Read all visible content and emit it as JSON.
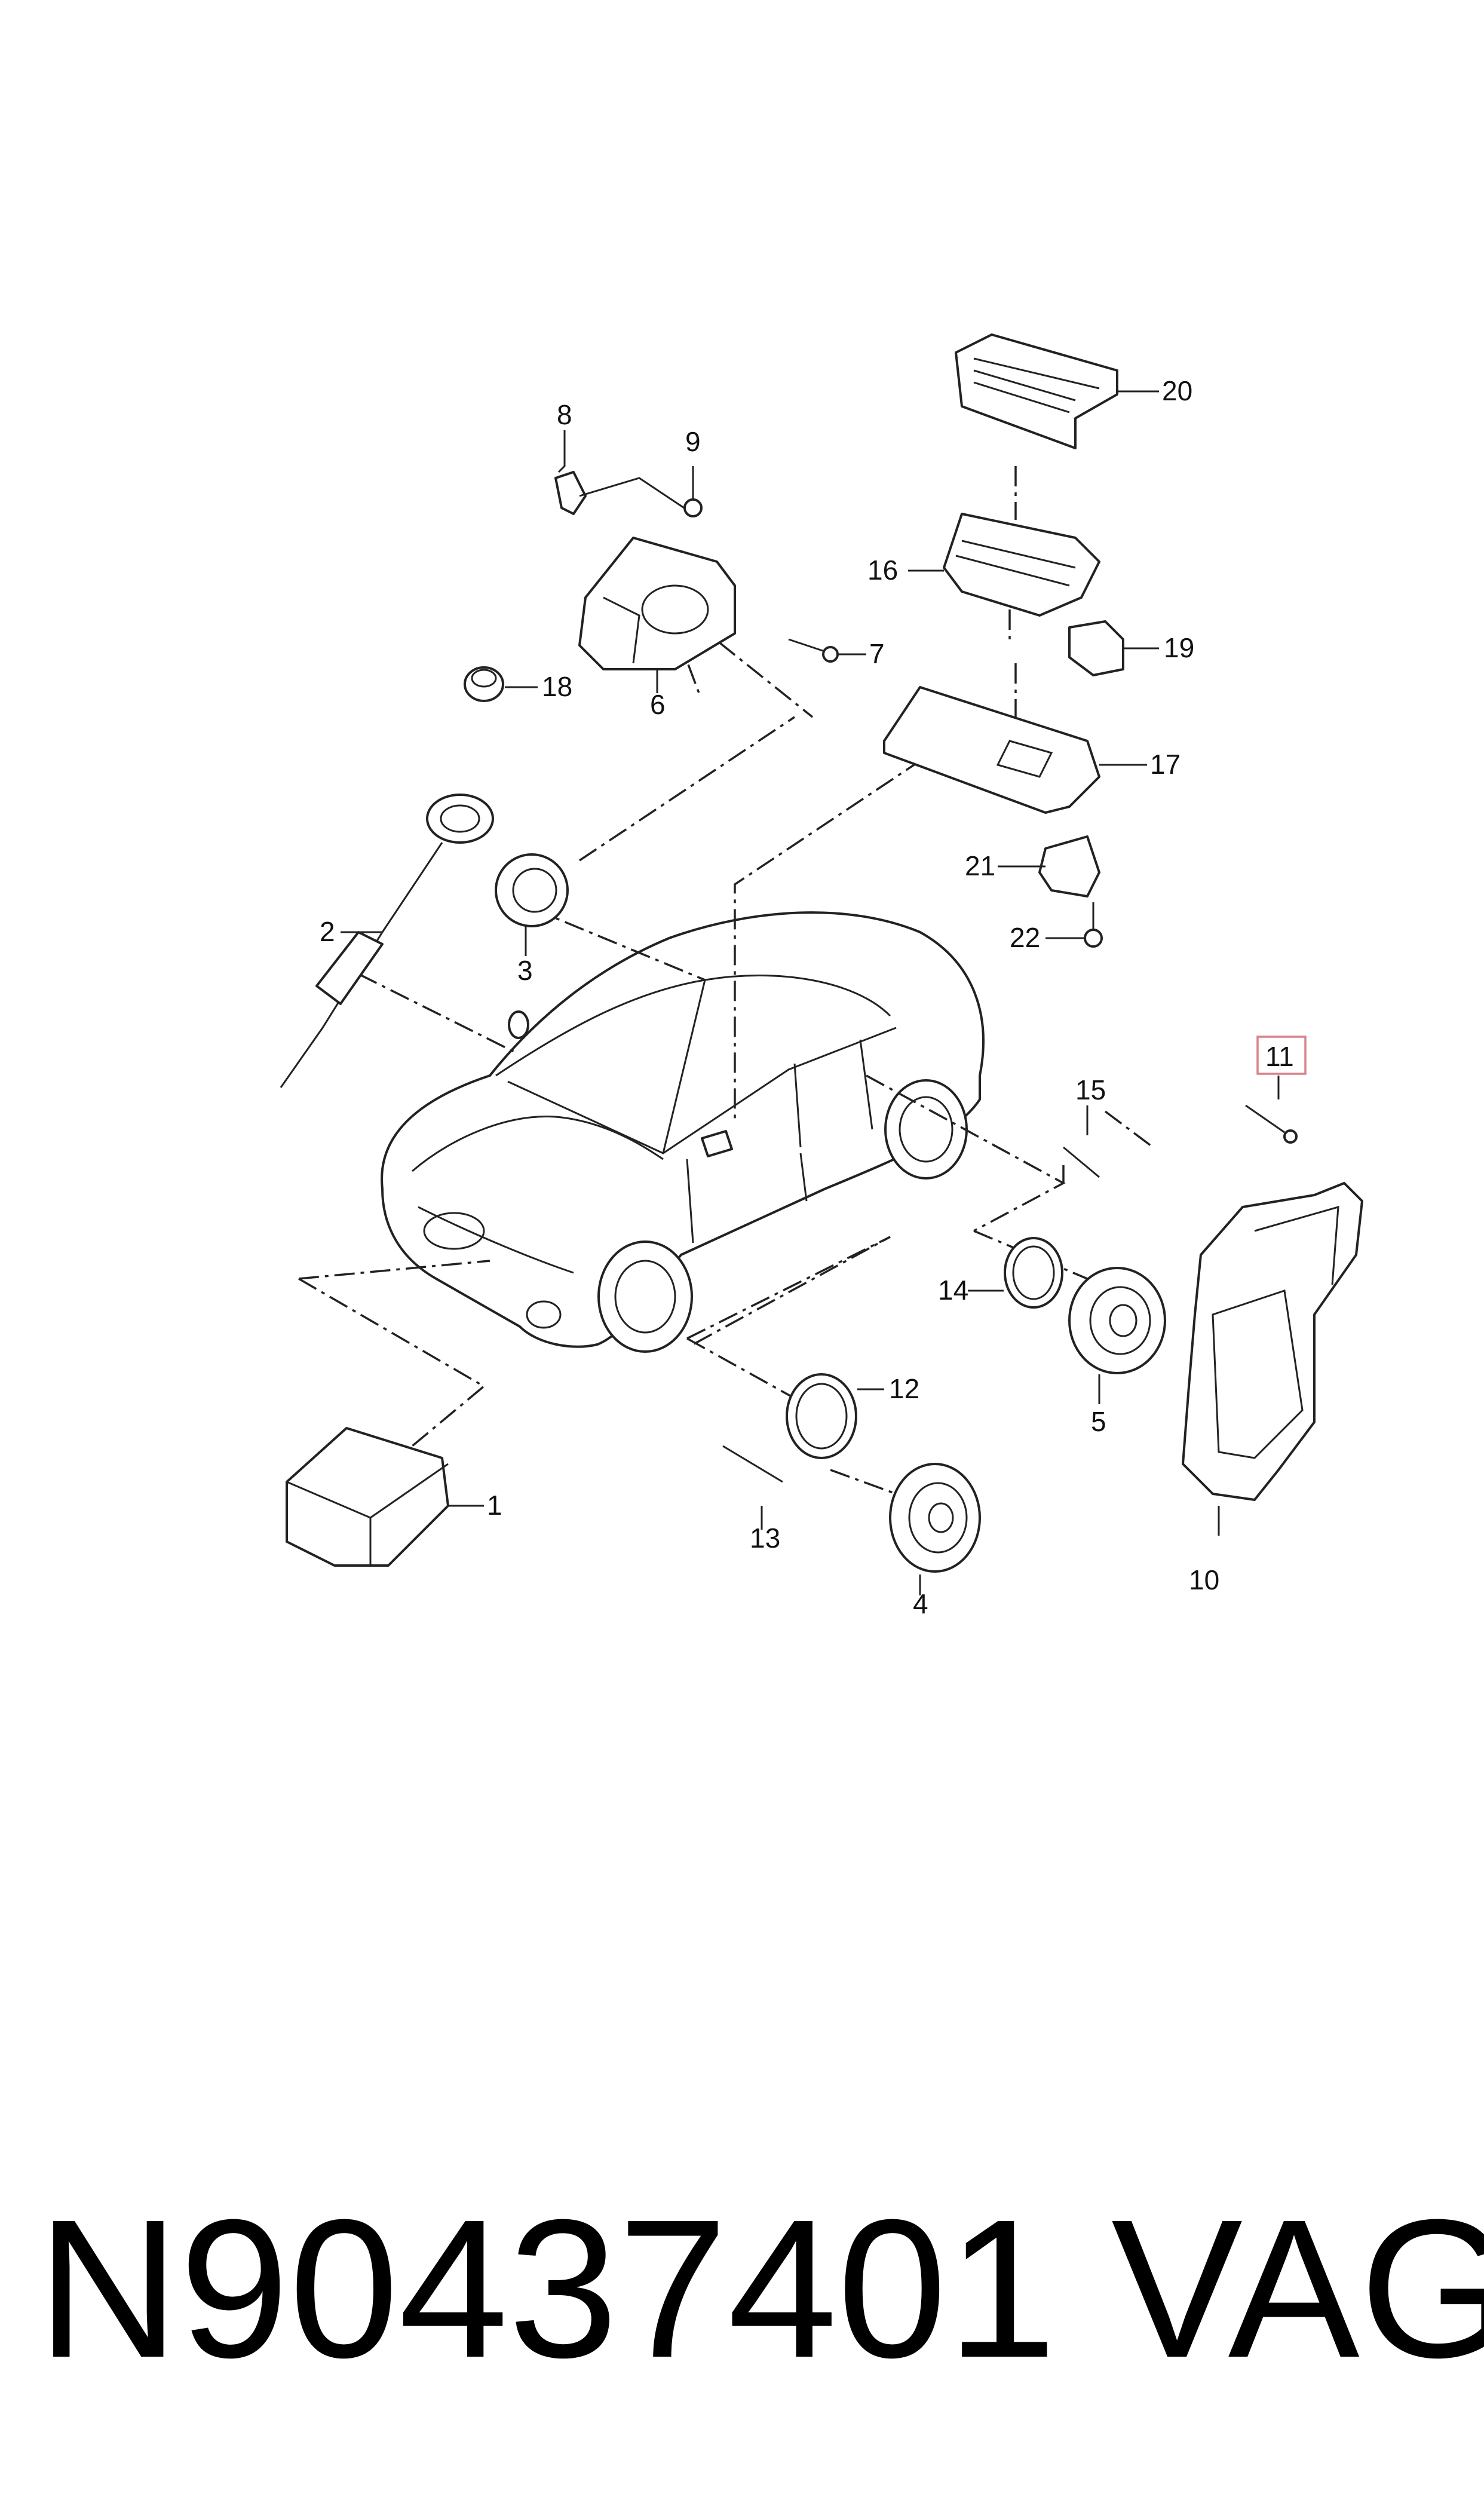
{
  "callouts": {
    "c1": "1",
    "c2": "2",
    "c3": "3",
    "c4": "4",
    "c5": "5",
    "c6": "6",
    "c7": "7",
    "c8": "8",
    "c9": "9",
    "c10": "10",
    "c11": "11",
    "c12": "12",
    "c13": "13",
    "c14": "14",
    "c15": "15",
    "c16": "16",
    "c17": "17",
    "c18": "18",
    "c19": "19",
    "c20": "20",
    "c21": "21",
    "c22": "22"
  },
  "highlighted_callout": "11",
  "footer": {
    "part_number": "N90437401",
    "brand": "VAG"
  },
  "colors": {
    "line": "#222222",
    "highlight_box": "#d9828a",
    "background": "#ffffff"
  }
}
